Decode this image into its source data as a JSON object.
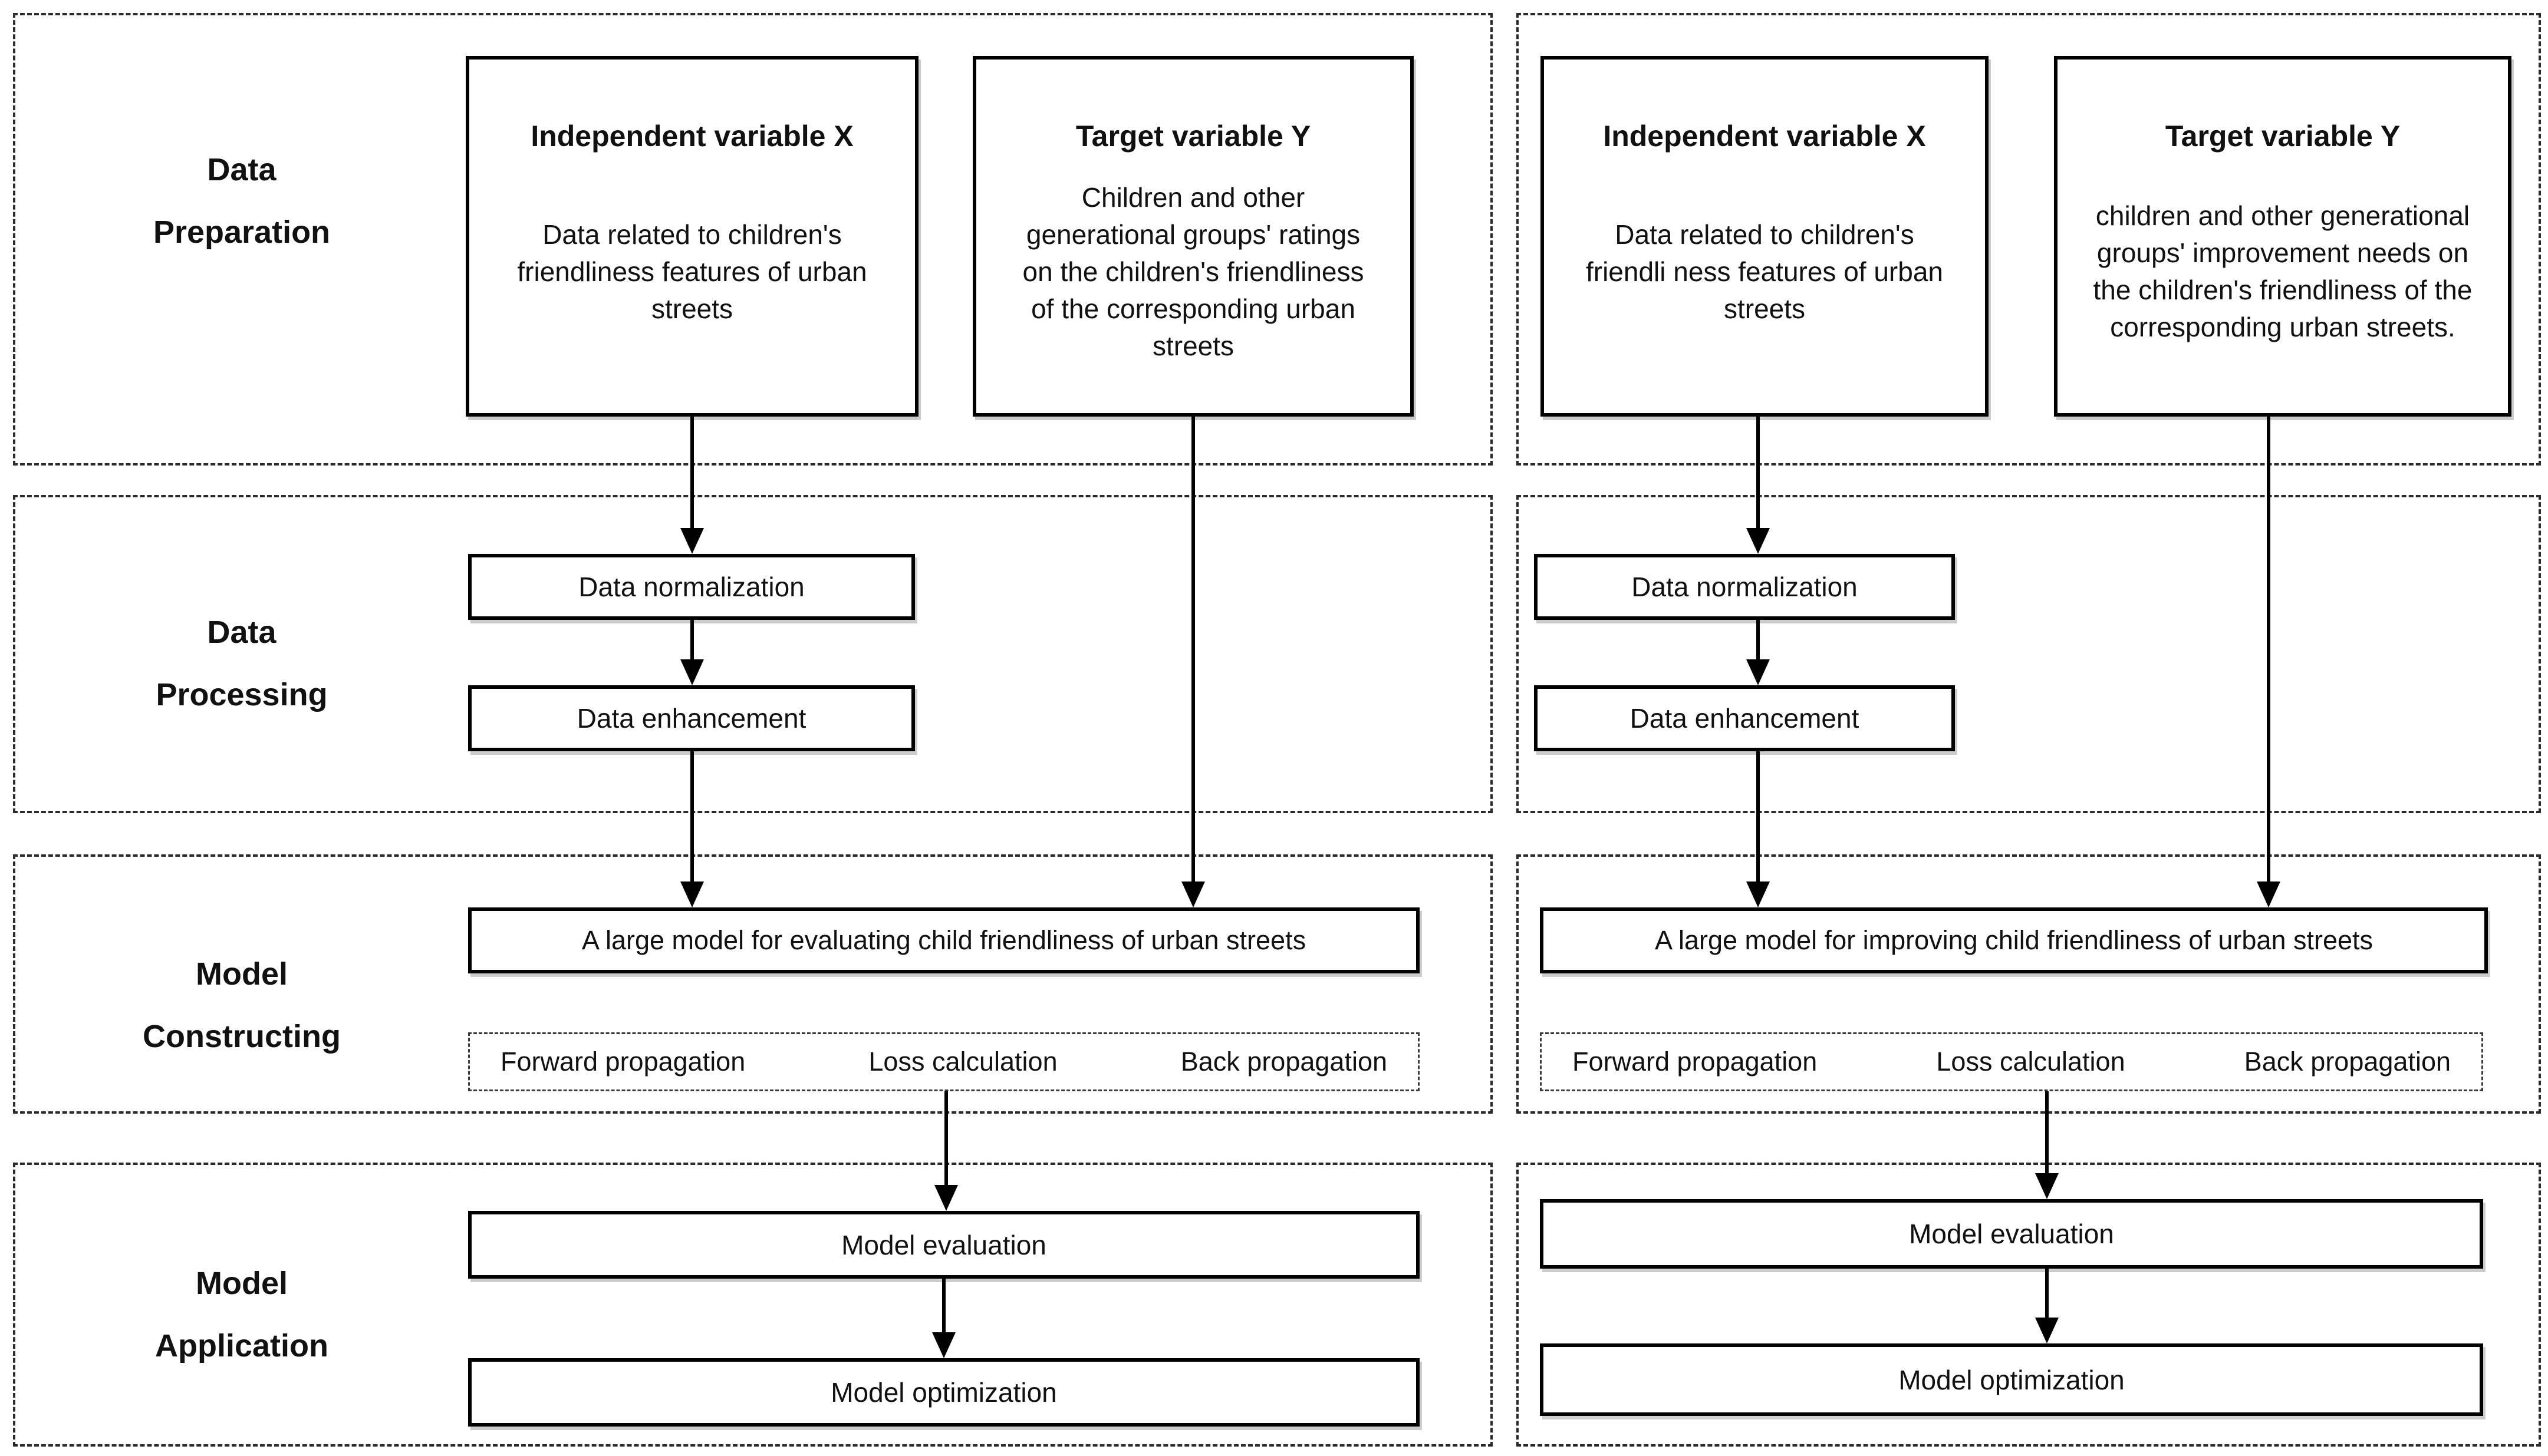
{
  "diagram": {
    "colors": {
      "background": "#ffffff",
      "ink": "#111111",
      "box_border": "#000000"
    },
    "row_labels": [
      {
        "line1": "Data",
        "line2": "Preparation"
      },
      {
        "line1": "Data",
        "line2": "Processing"
      },
      {
        "line1": "Model",
        "line2": "Constructing"
      },
      {
        "line1": "Model",
        "line2": "Application"
      }
    ],
    "columns": [
      {
        "independent": {
          "title": "Independent variable X",
          "body": "Data related to children's friendliness features of urban streets"
        },
        "target": {
          "title": "Target variable Y",
          "body": "Children and other generational groups' ratings on the children's friendliness of the corresponding urban streets"
        },
        "processing_steps": [
          "Data normalization",
          "Data enhancement"
        ],
        "model": "A large model for evaluating child friendliness of urban streets",
        "training_steps": [
          "Forward propagation",
          "Loss calculation",
          "Back propagation"
        ],
        "application_steps": [
          "Model evaluation",
          "Model optimization"
        ]
      },
      {
        "independent": {
          "title": "Independent variable X",
          "body": "Data related to children's friendli ness features of urban streets"
        },
        "target": {
          "title": "Target variable Y",
          "body": "children and other generational groups' improvement needs on the children's friendliness of the corresponding urban streets."
        },
        "processing_steps": [
          "Data normalization",
          "Data enhancement"
        ],
        "model": "A large model for improving child friendliness of urban streets",
        "training_steps": [
          "Forward propagation",
          "Loss calculation",
          "Back propagation"
        ],
        "application_steps": [
          "Model evaluation",
          "Model optimization"
        ]
      }
    ]
  }
}
